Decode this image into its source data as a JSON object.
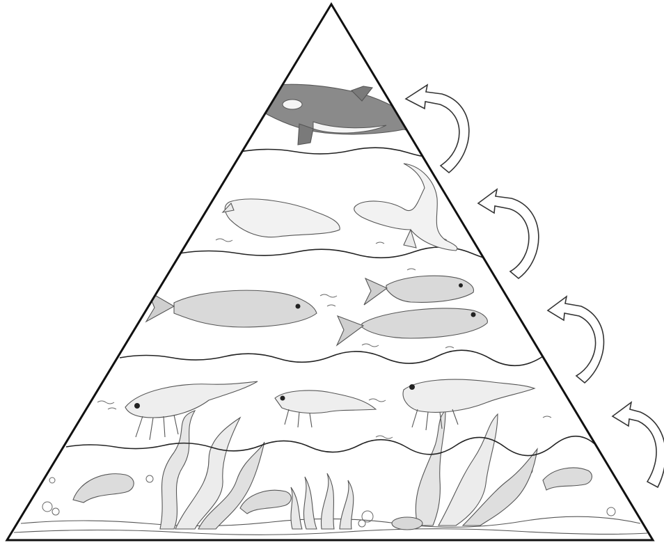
{
  "diagram": {
    "type": "ocean food pyramid",
    "levels": [
      {
        "level": 5,
        "organism_icon": "orca-icon"
      },
      {
        "level": 4,
        "organism_icon": "seal-icon"
      },
      {
        "level": 3,
        "organism_icon": "cod-fish-icon"
      },
      {
        "level": 2,
        "organism_icon": "krill-icon"
      },
      {
        "level": 1,
        "organism_icon": "seaweed-icon"
      }
    ],
    "arrow_count": 4,
    "colors": {
      "outline": "#111111",
      "orca_body": "#8a8a8a",
      "seal_body": "#f2f2f2",
      "fish_body": "#d9d9d9",
      "krill_body": "#eeeeee",
      "seaweed": "#e6e6e6",
      "arrow_fill": "#ffffff",
      "arrow_stroke": "#333333"
    }
  }
}
